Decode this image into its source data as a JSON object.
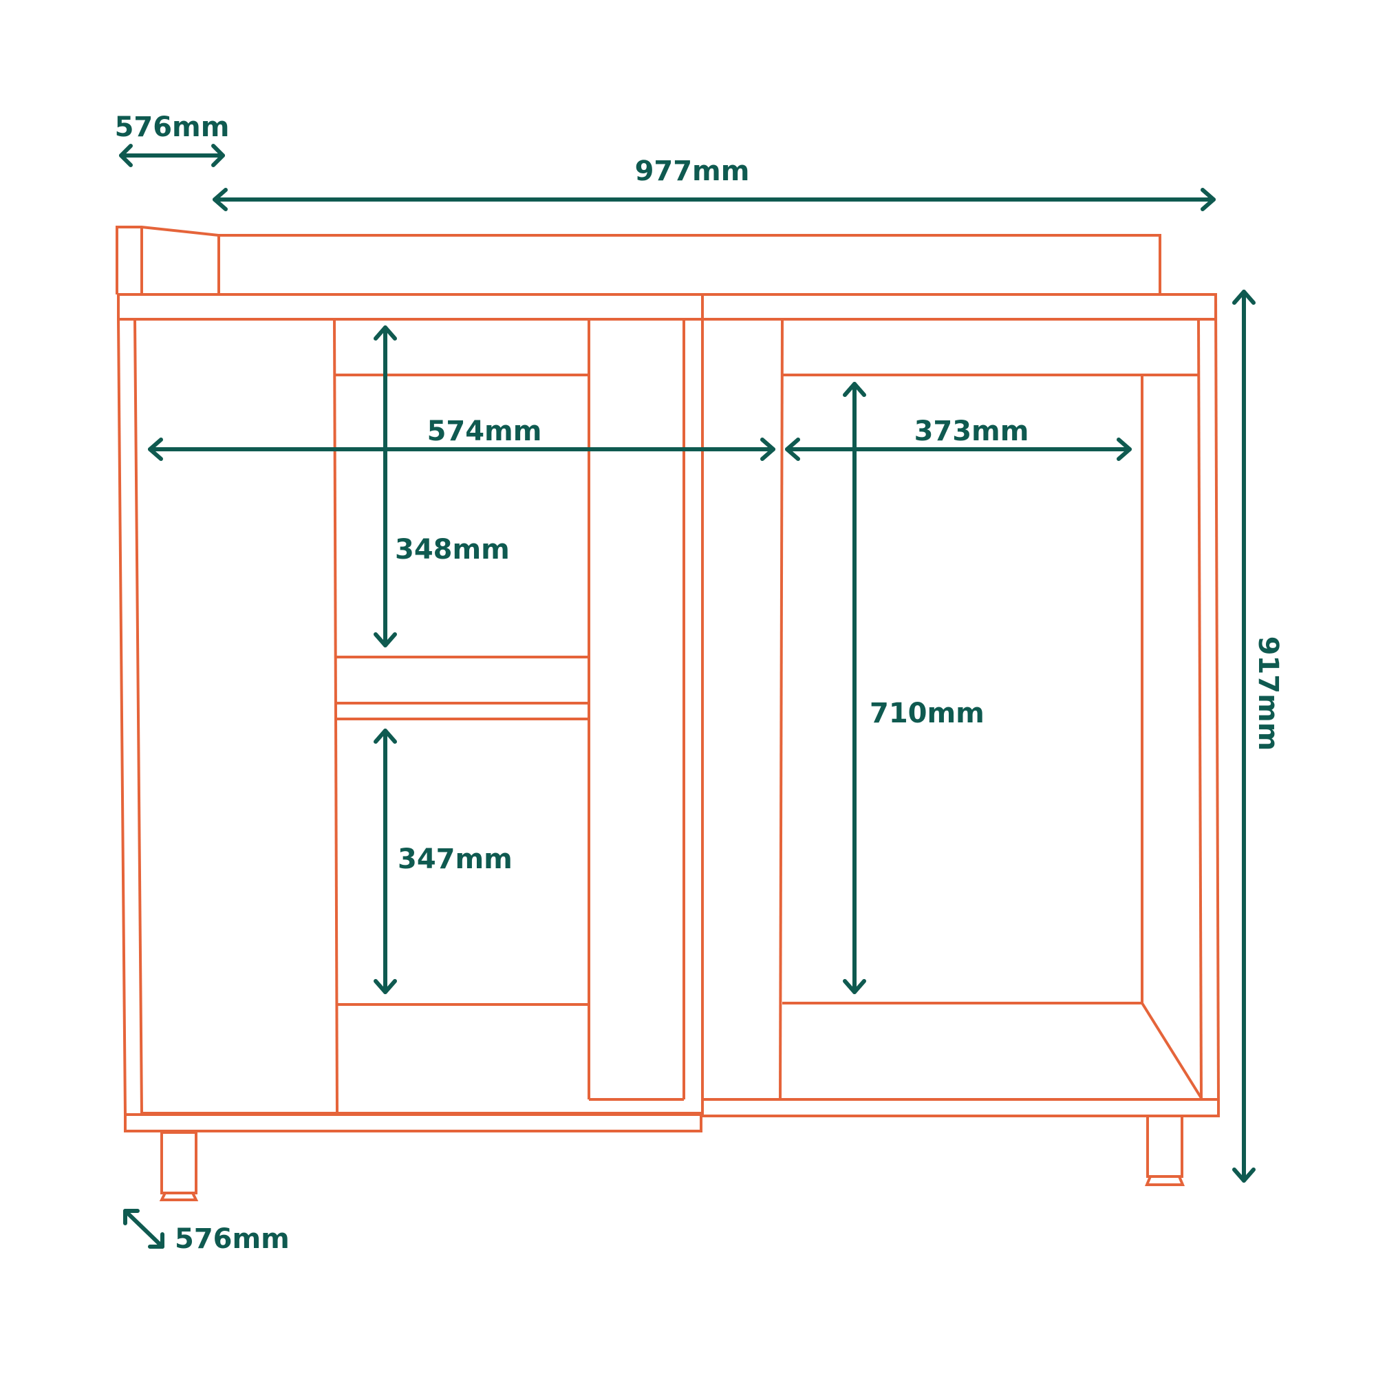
{
  "colors": {
    "cabinet_outline": "#e5643a",
    "dimension": "#0f5a50",
    "background": "#ffffff"
  },
  "dimensions": {
    "depth_top": "576mm",
    "width": "977mm",
    "height": "917mm",
    "drawer_width": "574mm",
    "top_shelf_height": "348mm",
    "bottom_shelf_height": "347mm",
    "door_width": "373mm",
    "door_height": "710mm",
    "depth_bottom": "576mm"
  }
}
